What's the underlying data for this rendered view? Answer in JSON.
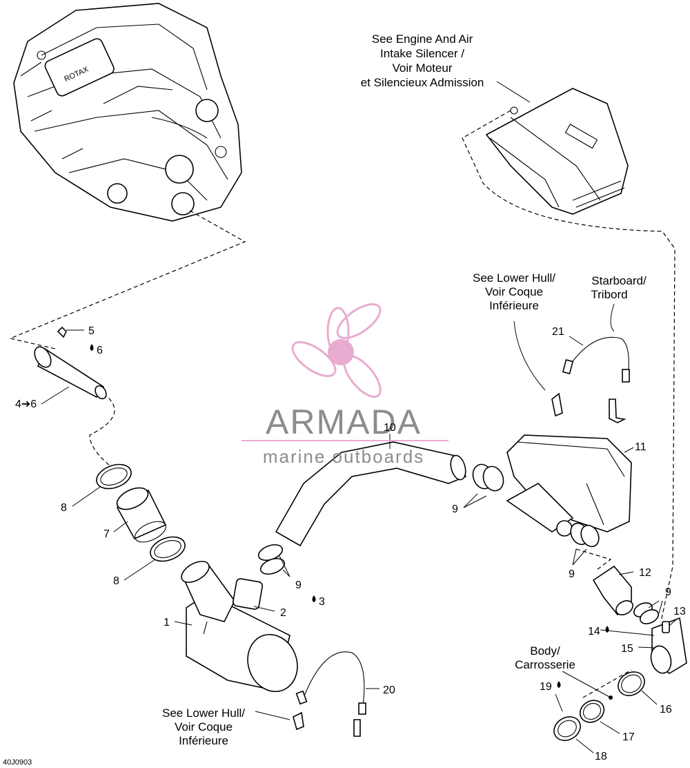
{
  "notes": {
    "engine_intake": [
      "See Engine And Air",
      "Intake Silencer /",
      "Voir Moteur",
      "et Silencieux Admission"
    ],
    "lower_hull_top": [
      "See Lower Hull/",
      "Voir Coque",
      "Inférieure"
    ],
    "starboard": [
      "Starboard/",
      "Tribord"
    ],
    "body": [
      "Body/",
      "Carrosserie"
    ],
    "lower_hull_bottom": [
      "See Lower Hull/",
      "Voir Coque",
      "Inférieure"
    ]
  },
  "callouts": {
    "c5": "5",
    "c6": "6",
    "c4to6": "4➔6",
    "c8a": "8",
    "c7": "7",
    "c8b": "8",
    "c1": "1",
    "c2": "2",
    "c3": "3",
    "c9a": "9",
    "c10": "10",
    "c9b": "9",
    "c11": "11",
    "c9c": "9",
    "c12": "12",
    "c9d": "9",
    "c13": "13",
    "c14": "14",
    "c15": "15",
    "c16": "16",
    "c17": "17",
    "c18": "18",
    "c19": "19",
    "c20": "20",
    "c21": "21"
  },
  "watermark": {
    "title": "ARMADA",
    "subtitle": "marine outboards",
    "color": "#e7a3cc"
  },
  "figure_code": "40J0903"
}
